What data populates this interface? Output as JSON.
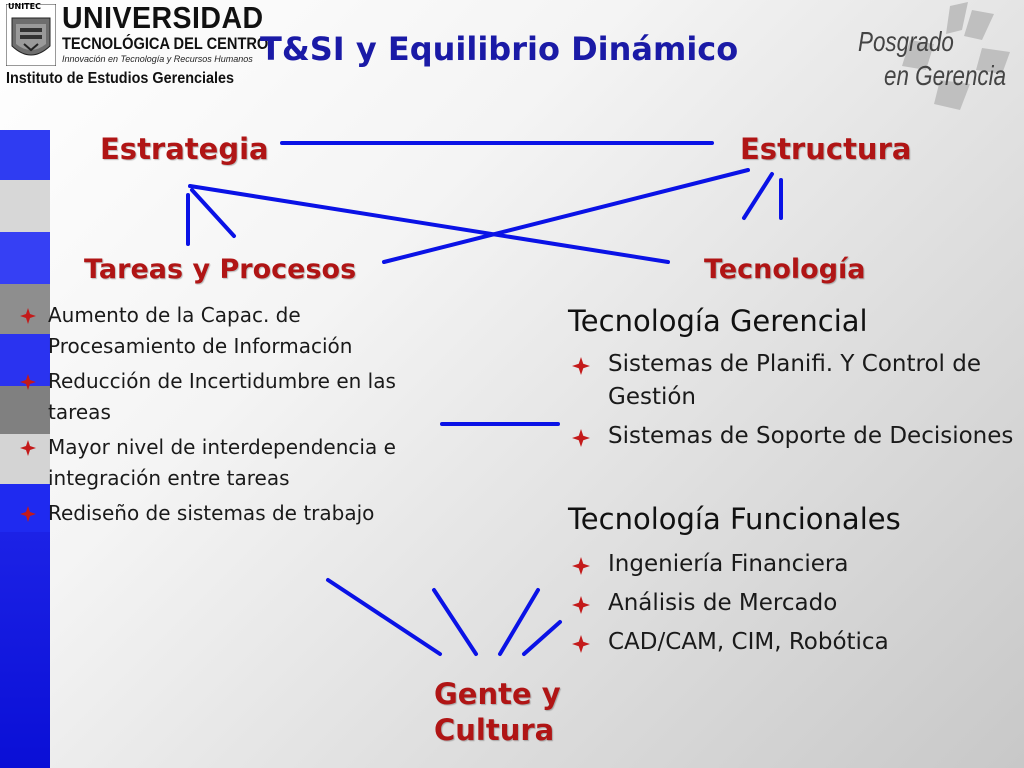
{
  "slide": {
    "title": "T&SI y Equilibrio Dinámico"
  },
  "logos": {
    "university": {
      "crest_label": "UNITEC",
      "line1": "UNIVERSIDAD",
      "line2": "TECNOLÓGICA DEL CENTRO",
      "line3": "Innovación en Tecnología y Recursos Humanos",
      "line4": "Instituto de Estudios Gerenciales"
    },
    "posgrado": {
      "line1": "Posgrado",
      "line2": "en Gerencia"
    }
  },
  "nodes": {
    "estrategia": "Estrategia",
    "estructura": "Estructura",
    "tareas": "Tareas y Procesos",
    "tecnologia": "Tecnología",
    "gente": "Gente y Cultura"
  },
  "tareas_bullets": [
    "Aumento de la Capac. de Procesamiento de Información",
    "Reducción de Incertidumbre en las tareas",
    "Mayor nivel de interdependencia e integración entre tareas",
    "Rediseño de sistemas de trabajo"
  ],
  "tecnologia": {
    "gerencial_heading": "Tecnología Gerencial",
    "gerencial_bullets": [
      "Sistemas de Planifi. Y Control de Gestión",
      "Sistemas de Soporte de Decisiones"
    ],
    "funcionales_heading": "Tecnología Funcionales",
    "funcionales_bullets": [
      "Ingeniería Financiera",
      "Análisis de Mercado",
      "CAD/CAM, CIM, Robótica"
    ]
  },
  "colors": {
    "title": "#1a1aa6",
    "node_heading": "#b01515",
    "connector": "#0a12e6",
    "bullet": "#c41a1a",
    "stripe_blue": "#2a33f0",
    "stripe_gray": "#8c8c8c",
    "stripe_light": "#d4d4d4"
  }
}
